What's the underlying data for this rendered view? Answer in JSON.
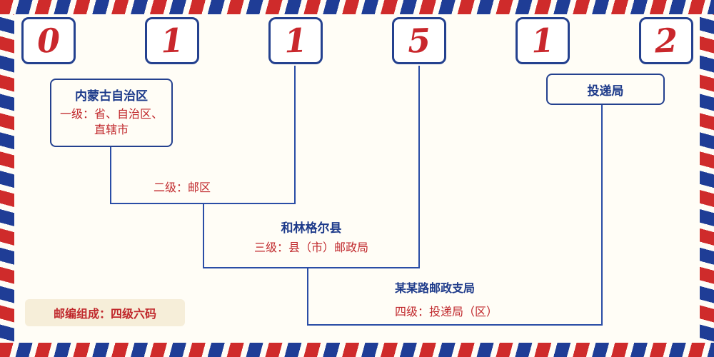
{
  "digits": [
    "0",
    "1",
    "1",
    "5",
    "1",
    "2"
  ],
  "level1": {
    "place": "内蒙古自治区",
    "desc": "一级：省、自治区、直辖市"
  },
  "level2": {
    "desc": "二级：邮区"
  },
  "level3": {
    "place": "和林格尔县",
    "desc": "三级：县（市）邮政局"
  },
  "level4": {
    "place": "某某路邮政支局",
    "desc": "四级：投递局（区）"
  },
  "delivery_office": {
    "label": "投递局"
  },
  "footer": {
    "composition_note": "邮编组成：四级六码"
  },
  "colors": {
    "digit_red": "#c9272c",
    "label_red": "#c0282c",
    "place_blue": "#1d3a8a",
    "line_blue": "#2a4da6",
    "stripe_red": "#cf2b2b",
    "stripe_blue": "#1f3d96",
    "note_bg": "#f6eed9"
  }
}
